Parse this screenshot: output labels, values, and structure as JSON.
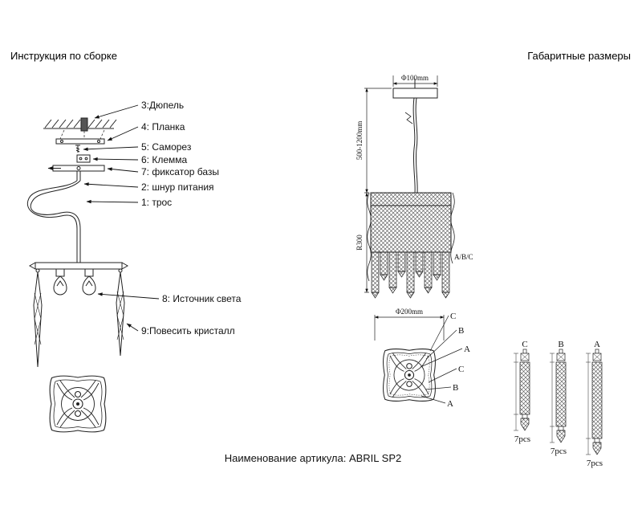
{
  "page": {
    "title_left": "Инструкция по сборке",
    "title_right": "Габаритные размеры",
    "footer": "Наименование артикула: ABRIL SP2"
  },
  "assembly": {
    "labels": {
      "dowel": "3:Дюпель",
      "bar": "4: Планка",
      "screw": "5: Саморез",
      "clamp": "6: Клемма",
      "base_lock": "7: фиксатор базы",
      "power_cord": "2: шнур питания",
      "cable": "1: трос",
      "light_source": "8: Источник света",
      "hang_crystal": "9:Повесить кристалл"
    }
  },
  "dims": {
    "canopy_diameter": "Φ100mm",
    "suspension_height": "500-1200mm",
    "body_height": "R300",
    "abc": "A/B/C",
    "base_diameter": "Φ200mm",
    "top_view_labels": [
      "C",
      "B",
      "A",
      "C",
      "B",
      "A"
    ],
    "crystals": [
      {
        "label": "C",
        "qty": "7pcs"
      },
      {
        "label": "B",
        "qty": "7pcs"
      },
      {
        "label": "A",
        "qty": "7pcs"
      }
    ]
  },
  "colors": {
    "line": "#222222",
    "text": "#111111",
    "background": "#ffffff"
  }
}
